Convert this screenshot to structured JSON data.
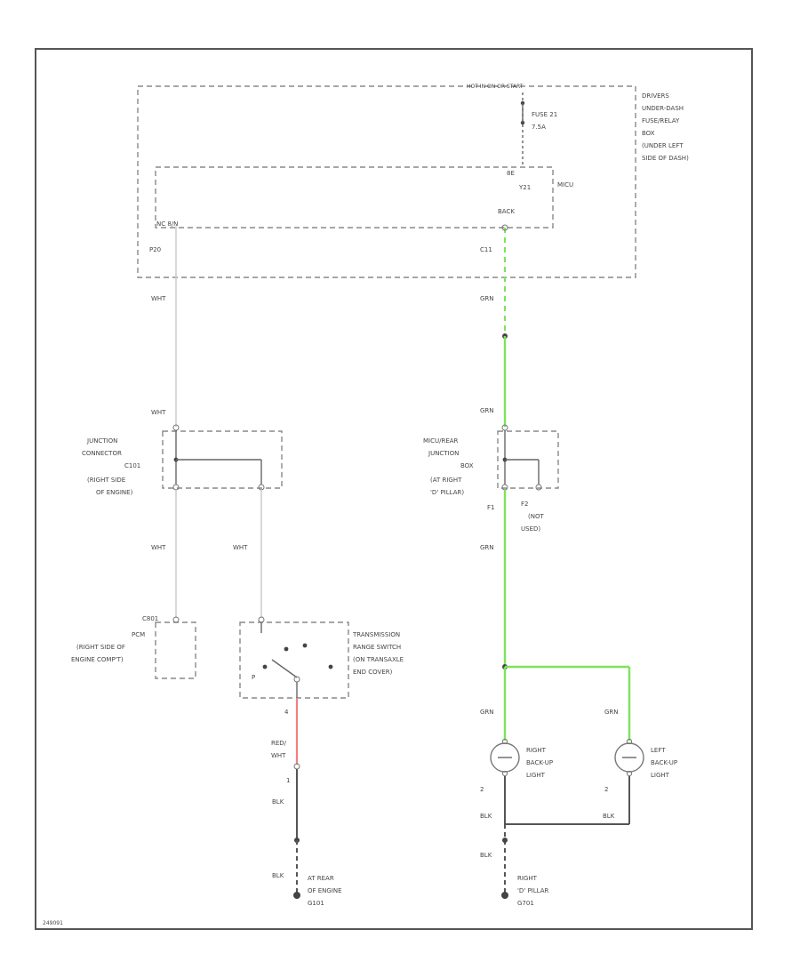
{
  "colors": {
    "green": "#7de35a",
    "red": "#f08080",
    "green_dashed": "#7de35a"
  },
  "labels": {
    "hot_start": "HOT IN ON OR START",
    "fuse": "FUSE 21",
    "fuse_amp": "7.5A",
    "driver_box": [
      "DRIVERS",
      "UNDER-DASH",
      "FUSE/RELAY",
      "BOX",
      "(UNDER LEFT",
      "SIDE OF DASH)"
    ],
    "pin_a_top": "8E",
    "pin_b_top": "Y21",
    "micu": "MICU",
    "micu_left_pin": "NC 8/N",
    "micu_right_pin": "BACK",
    "p20": "P20",
    "c_pin": "C11",
    "wht_1": "WHT",
    "grn_1": "GRN",
    "wht_2": "WHT",
    "grn_2": "GRN",
    "junction_left": [
      "JUNCTION",
      "CONNECTOR",
      "C101",
      "(RIGHT SIDE",
      "OF ENGINE)"
    ],
    "junction_right": [
      "MICU/REAR",
      "JUNCTION",
      "BOX",
      "(AT RIGHT",
      "'D' PILLAR)"
    ],
    "f1": "F1",
    "f2_note": [
      "F2",
      "(NOT",
      "USED)"
    ],
    "wht_3": "WHT",
    "wht_4": "WHT",
    "grn_3": "GRN",
    "pcm_label": [
      "PCM",
      "(RIGHT SIDE OF",
      "ENGINE COMP'T)"
    ],
    "pcm_pin": "C801",
    "trans_switch": [
      "TRANSMISSION",
      "RANGE SWITCH",
      "(ON TRANSAXLE",
      "END COVER)"
    ],
    "trans_pin_p": "P",
    "trans_pin_4": "4",
    "red_wht": [
      "RED/",
      "WHT"
    ],
    "pin_1": "1",
    "blk_1": "BLK",
    "blk_2": "BLK",
    "ground_left": [
      "AT REAR",
      "OF ENGINE",
      "G101"
    ],
    "grn_4": "GRN",
    "grn_5": "GRN",
    "right_light": [
      "RIGHT",
      "BACK-UP",
      "LIGHT"
    ],
    "left_light": [
      "LEFT",
      "BACK-UP",
      "LIGHT"
    ],
    "pin_2a": "2",
    "pin_2b": "2",
    "blk_3": "BLK",
    "blk_4": "BLK",
    "blk_5": "BLK",
    "ground_right": [
      "RIGHT",
      "'D' PILLAR",
      "G701"
    ],
    "footer_id": "249091"
  }
}
